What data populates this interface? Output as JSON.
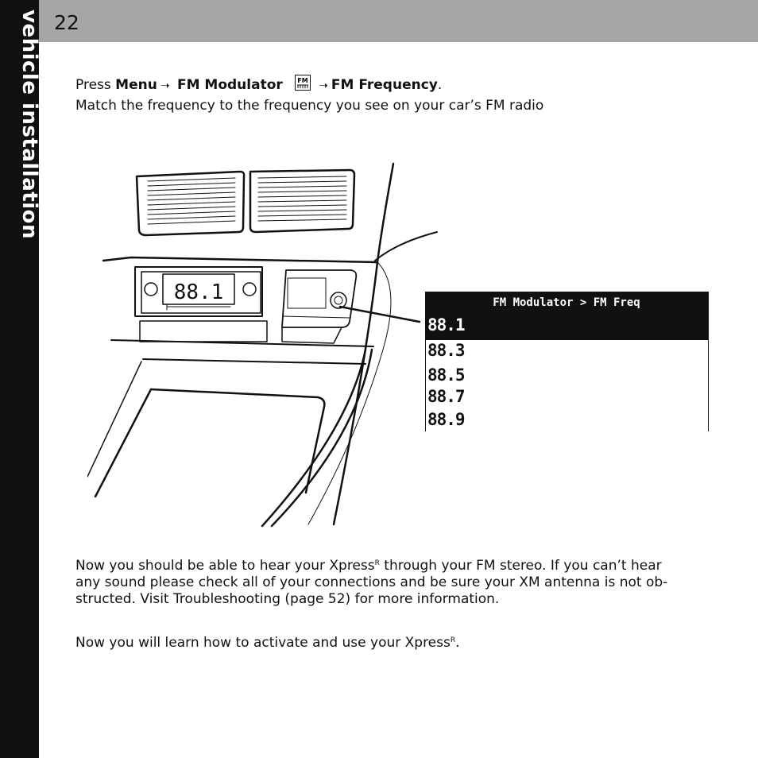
{
  "sidebar": {
    "section_title": "vehicle installation"
  },
  "header": {
    "page_number": "22"
  },
  "instruction": {
    "press": "Press",
    "menu": "Menu",
    "fm_modulator": "FM Modulator",
    "fm_icon_label": "FM",
    "fm_frequency": "FM Frequency",
    "period": ".",
    "match_line": "Match the frequency to the frequency you see on your car’s FM radio"
  },
  "car_radio": {
    "display": "88.1"
  },
  "screen": {
    "title": "FM Modulator > FM Freq",
    "selected_index": 0,
    "frequencies": [
      "88.1",
      "88.3",
      "88.5",
      "88.7",
      "88.9"
    ]
  },
  "paragraph1": {
    "line1_a": "Now you should be able to hear your Xpress",
    "sup": "R",
    "line1_b": " through your FM stereo.  If you can’t hear",
    "line2": "any sound please check all of your connections and be sure your XM antenna is not ob-",
    "line3": "structed.  Visit Troubleshooting (page 52) for more information."
  },
  "paragraph2": {
    "text": "Now you will learn how to activate and use your Xpress",
    "sup": "R",
    "end": "."
  },
  "colors": {
    "sidebar": "#111111",
    "header_bar": "#a6a6a6",
    "screen_bg": "#111111"
  }
}
